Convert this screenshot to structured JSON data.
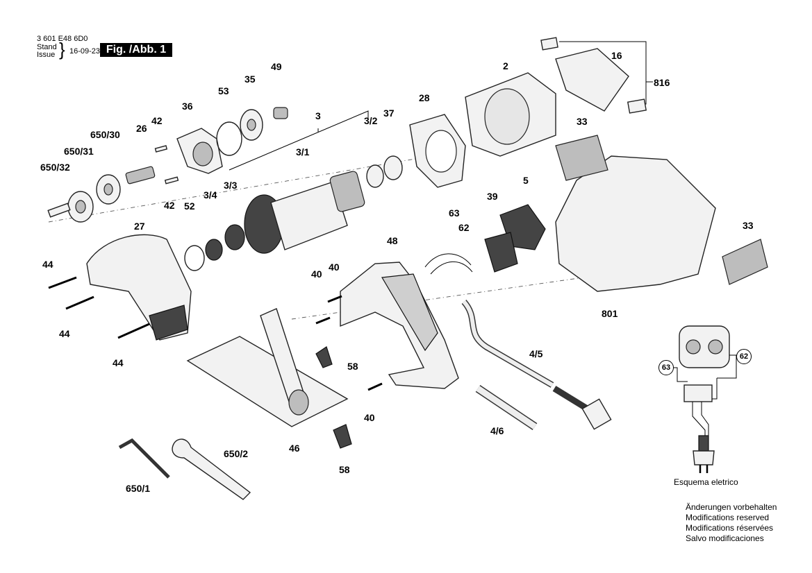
{
  "header": {
    "part_number": "3 601 E48 6D0",
    "stand": "Stand",
    "issue": "Issue",
    "brace": "}",
    "date": "16-09-23",
    "figure": "Fig. /Abb. 1"
  },
  "labels": {
    "l_2": "2",
    "l_16": "16",
    "l_816": "816",
    "l_49": "49",
    "l_35": "35",
    "l_53": "53",
    "l_36": "36",
    "l_3": "3",
    "l_28": "28",
    "l_37": "37",
    "l_3_2": "3/2",
    "l_42a": "42",
    "l_26": "26",
    "l_650_30": "650/30",
    "l_650_31": "650/31",
    "l_650_32": "650/32",
    "l_3_1": "3/1",
    "l_33a": "33",
    "l_42b": "42",
    "l_52": "52",
    "l_3_4": "3/4",
    "l_3_3": "3/3",
    "l_5": "5",
    "l_39": "39",
    "l_63": "63",
    "l_62": "62",
    "l_27": "27",
    "l_48": "48",
    "l_33b": "33",
    "l_44a": "44",
    "l_40a": "40",
    "l_40b": "40",
    "l_44b": "44",
    "l_801": "801",
    "l_44c": "44",
    "l_58a": "58",
    "l_4_5": "4/5",
    "l_40c": "40",
    "l_4_6": "4/6",
    "l_46": "46",
    "l_650_2": "650/2",
    "l_58b": "58",
    "l_650_1": "650/1"
  },
  "schematic": {
    "label_63": "63",
    "label_62": "62",
    "caption": "Esquema eletrico"
  },
  "notes": [
    "Änderungen vorbehalten",
    "Modifications reserved",
    "Modifications réservées",
    "Salvo modificaciones"
  ],
  "icons": [
    "bosch-logo",
    "saw-blade-guard",
    "motor-housing",
    "power-plug"
  ],
  "colors": {
    "ink": "#000000",
    "badge": "#000000",
    "part_fill": "#f2f2f2"
  }
}
